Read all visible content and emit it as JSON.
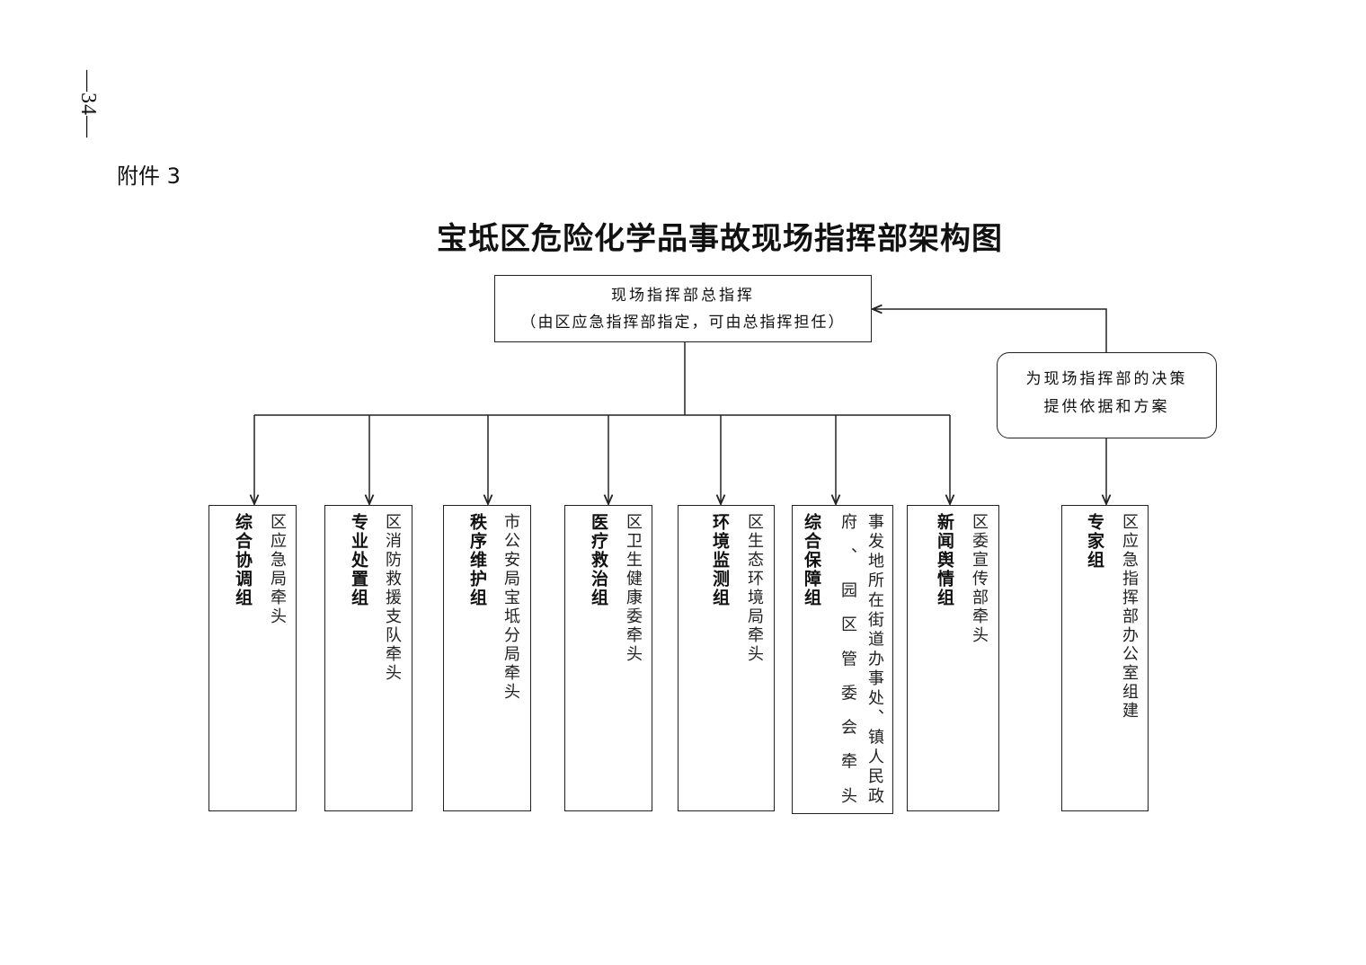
{
  "page_number": "—34—",
  "attachment_label": "附件 3",
  "title": "宝坻区危险化学品事故现场指挥部架构图",
  "commander": {
    "line1": "现场指挥部总指挥",
    "line2": "（由区应急指挥部指定，可由总指挥担任）"
  },
  "advice": {
    "line1": "为现场指挥部的决策",
    "line2": "提供依据和方案"
  },
  "groups": [
    {
      "name": "综合协调组",
      "lead": "区应急局牵头"
    },
    {
      "name": "专业处置组",
      "lead": "区消防救援支队牵头"
    },
    {
      "name": "秩序维护组",
      "lead": "市公安局宝坻分局牵头"
    },
    {
      "name": "医疗救治组",
      "lead": "区卫生健康委牵头"
    },
    {
      "name": "环境监测组",
      "lead": "区生态环境局牵头"
    },
    {
      "name": "综合保障组",
      "lead": "事发地所在街道办事处、镇人民政府、园区管委会牵头"
    },
    {
      "name": "新闻舆情组",
      "lead": "区委宣传部牵头"
    },
    {
      "name": "专家组",
      "lead": "区应急指挥部办公室组建"
    }
  ]
}
